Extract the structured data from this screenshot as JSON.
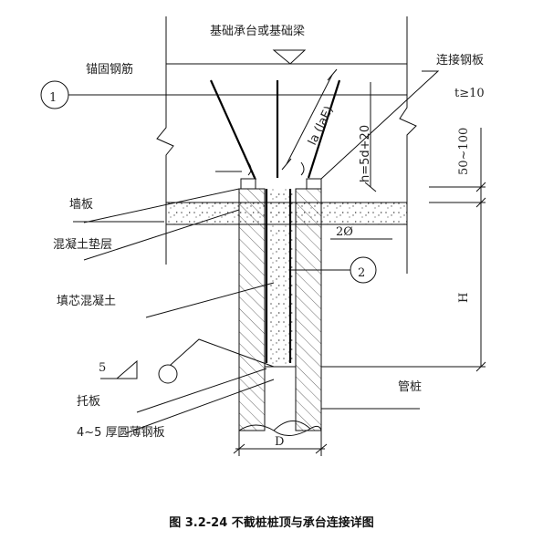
{
  "labels": {
    "cap_beam": "基础承台或基础梁",
    "anchor_rebar": "锚固钢筋",
    "connect_plate": "连接钢板",
    "t_ge_10": "t≥10",
    "wall_plate": "墙板",
    "concrete_cushion": "混凝土垫层",
    "infill_concrete": "填芯混凝土",
    "weld_5": "5",
    "support_plate": "托板",
    "thin_plate": "4~5 厚圆薄钢板",
    "pipe_pile": "管桩",
    "rebar_2phi": "2Ø",
    "dim_50_100": "50~100",
    "dim_H": "H",
    "dim_D": "D",
    "la_text": "la (laE)",
    "h_text": "h=5d+20",
    "marker_1": "1",
    "marker_2": "2"
  },
  "caption": "图 3.2-24  不截桩桩顶与承台连接详图"
}
